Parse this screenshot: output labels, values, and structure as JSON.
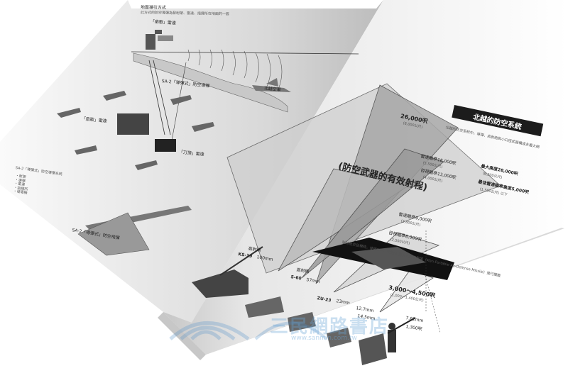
{
  "left_page": {
    "header": "地面導引方式",
    "intro": "此方式的防空導彈為發射架、雷達、指揮所在地面的一套",
    "radar_label": "「扇歌」雷達",
    "sa2_center_label": "SA-2「導彈式」防空導彈",
    "fan_song_label": "「扇歌」雷達",
    "spoon_rest_label": "「刀頂」雷達",
    "list_title": "SA-2「導彈式」防空導彈系統",
    "list_items": [
      "・射架",
      "・導彈",
      "・雷達",
      "・指揮所",
      "・發電機"
    ],
    "missile_caption": "SA-2「導彈式」防空飛彈",
    "jet_label": "北越空軍"
  },
  "right_page": {
    "band_title": "北越的防空系統",
    "main_title": "(防空武器的有效射程)",
    "altitude_top": "26,000呎",
    "altitude_top_m": "(8,000公尺)",
    "altitude_radar": "雷達瞄準18,000呎",
    "altitude_radar_m": "(5,500公尺)",
    "altitude_optical": "目視瞄準13,000呎",
    "altitude_optical_m": "(4,000公尺)",
    "max_alt": "最大高度28,000呎",
    "max_alt_m": "(8,500公尺)",
    "eff_alt": "最佳雷達瞄準高度5,000呎",
    "eff_alt_m": "(1,500公尺)  以下",
    "radar_9000": "雷達瞄準9,000呎",
    "radar_9000_m": "(2,800公尺)",
    "optical_8000": "目視瞄準8,000呎",
    "optical_8000_m": "(2,500公尺)",
    "range_3000": "3,000～4,500呎",
    "range_3000_m": "(1,000～1,400公尺)",
    "small_arms": "7.62mm",
    "small_arms_alt": "1,300呎",
    "gun_ks19": "KS-19",
    "gun_ks19_cal": "100mm",
    "gun_ks19_label": "高射砲",
    "gun_s60": "S-60",
    "gun_s60_cal": "57mm",
    "gun_s60_label": "高射砲",
    "gun_zu23": "ZU-23",
    "gun_zu23_cal": "23mm",
    "gun_127": "12.7mm",
    "gun_145": "14.5mm",
    "intro_para": "北越的防空系統中，導彈、高射砲與小口徑武器構成多層火網",
    "manpads_para": "對付低空目標時，使用SA-7「聖杯」肩射式防空飛彈（Man-Portable Air-Defense Missile）進行攔截"
  },
  "watermark": {
    "text": "三民網路書店",
    "url": "www.sanmin.com.tw"
  }
}
